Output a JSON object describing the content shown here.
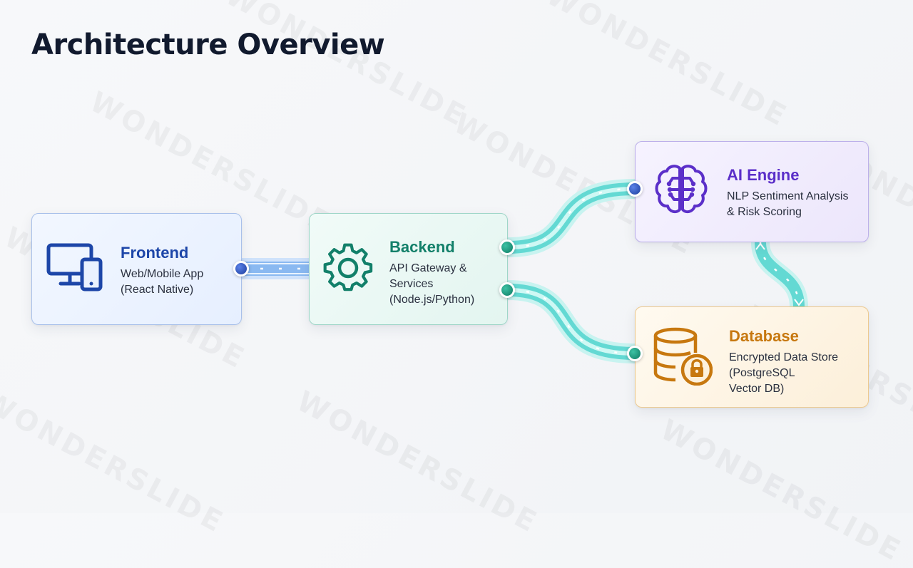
{
  "slide": {
    "title": "Architecture Overview",
    "watermark": "WONDERSLIDE"
  },
  "nodes": {
    "frontend": {
      "title": "Frontend",
      "description": [
        "Web/Mobile App",
        "(React Native)"
      ],
      "icon": "desktop-mobile-icon",
      "color": "#1d46a8"
    },
    "backend": {
      "title": "Backend",
      "description": [
        "API Gateway &",
        "Services",
        "(Node.js/Python)"
      ],
      "icon": "gear-icon",
      "color": "#13806a"
    },
    "ai_engine": {
      "title": "AI Engine",
      "description": [
        "NLP Sentiment Analysis",
        "& Risk Scoring"
      ],
      "icon": "brain-circuit-icon",
      "color": "#5b2fc9"
    },
    "database": {
      "title": "Database",
      "description": [
        "Encrypted Data Store",
        "(PostgreSQL",
        "Vector DB)"
      ],
      "icon": "database-lock-icon",
      "color": "#c7780f"
    }
  },
  "connections": [
    {
      "from": "Frontend",
      "to": "Backend"
    },
    {
      "from": "Backend",
      "to": "AI Engine"
    },
    {
      "from": "Backend",
      "to": "Database"
    },
    {
      "from": "AI Engine",
      "to": "Database"
    }
  ],
  "colors": {
    "frontend_connector": "#7fb2f0",
    "backend_connector": "#5fd7d2"
  }
}
